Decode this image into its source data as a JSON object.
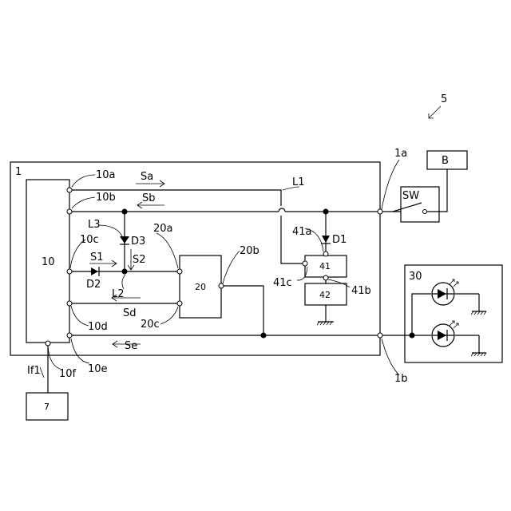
{
  "figure_number": "5",
  "blocks": {
    "unit": "1",
    "controller": "10",
    "circuit": "20",
    "element_41": "41",
    "element_42": "42",
    "battery": "B",
    "switch": "SW",
    "lamp_unit": "30",
    "device": "7"
  },
  "terminals": {
    "t1a": "1a",
    "t1b": "1b",
    "t10a": "10a",
    "t10b": "10b",
    "t10c": "10c",
    "t10d": "10d",
    "t10e": "10e",
    "t10f": "10f",
    "t20a": "20a",
    "t20b": "20b",
    "t20c": "20c",
    "t41a": "41a",
    "t41b": "41b",
    "t41c": "41c"
  },
  "lines": {
    "L1": "L1",
    "L2": "L2",
    "L3": "L3",
    "If1": "If1"
  },
  "diodes": {
    "D1": "D1",
    "D2": "D2",
    "D3": "D3"
  },
  "signals": {
    "Sa": "Sa",
    "Sb": "Sb",
    "S1": "S1",
    "S2": "S2",
    "Sd": "Sd",
    "Se": "Se"
  }
}
